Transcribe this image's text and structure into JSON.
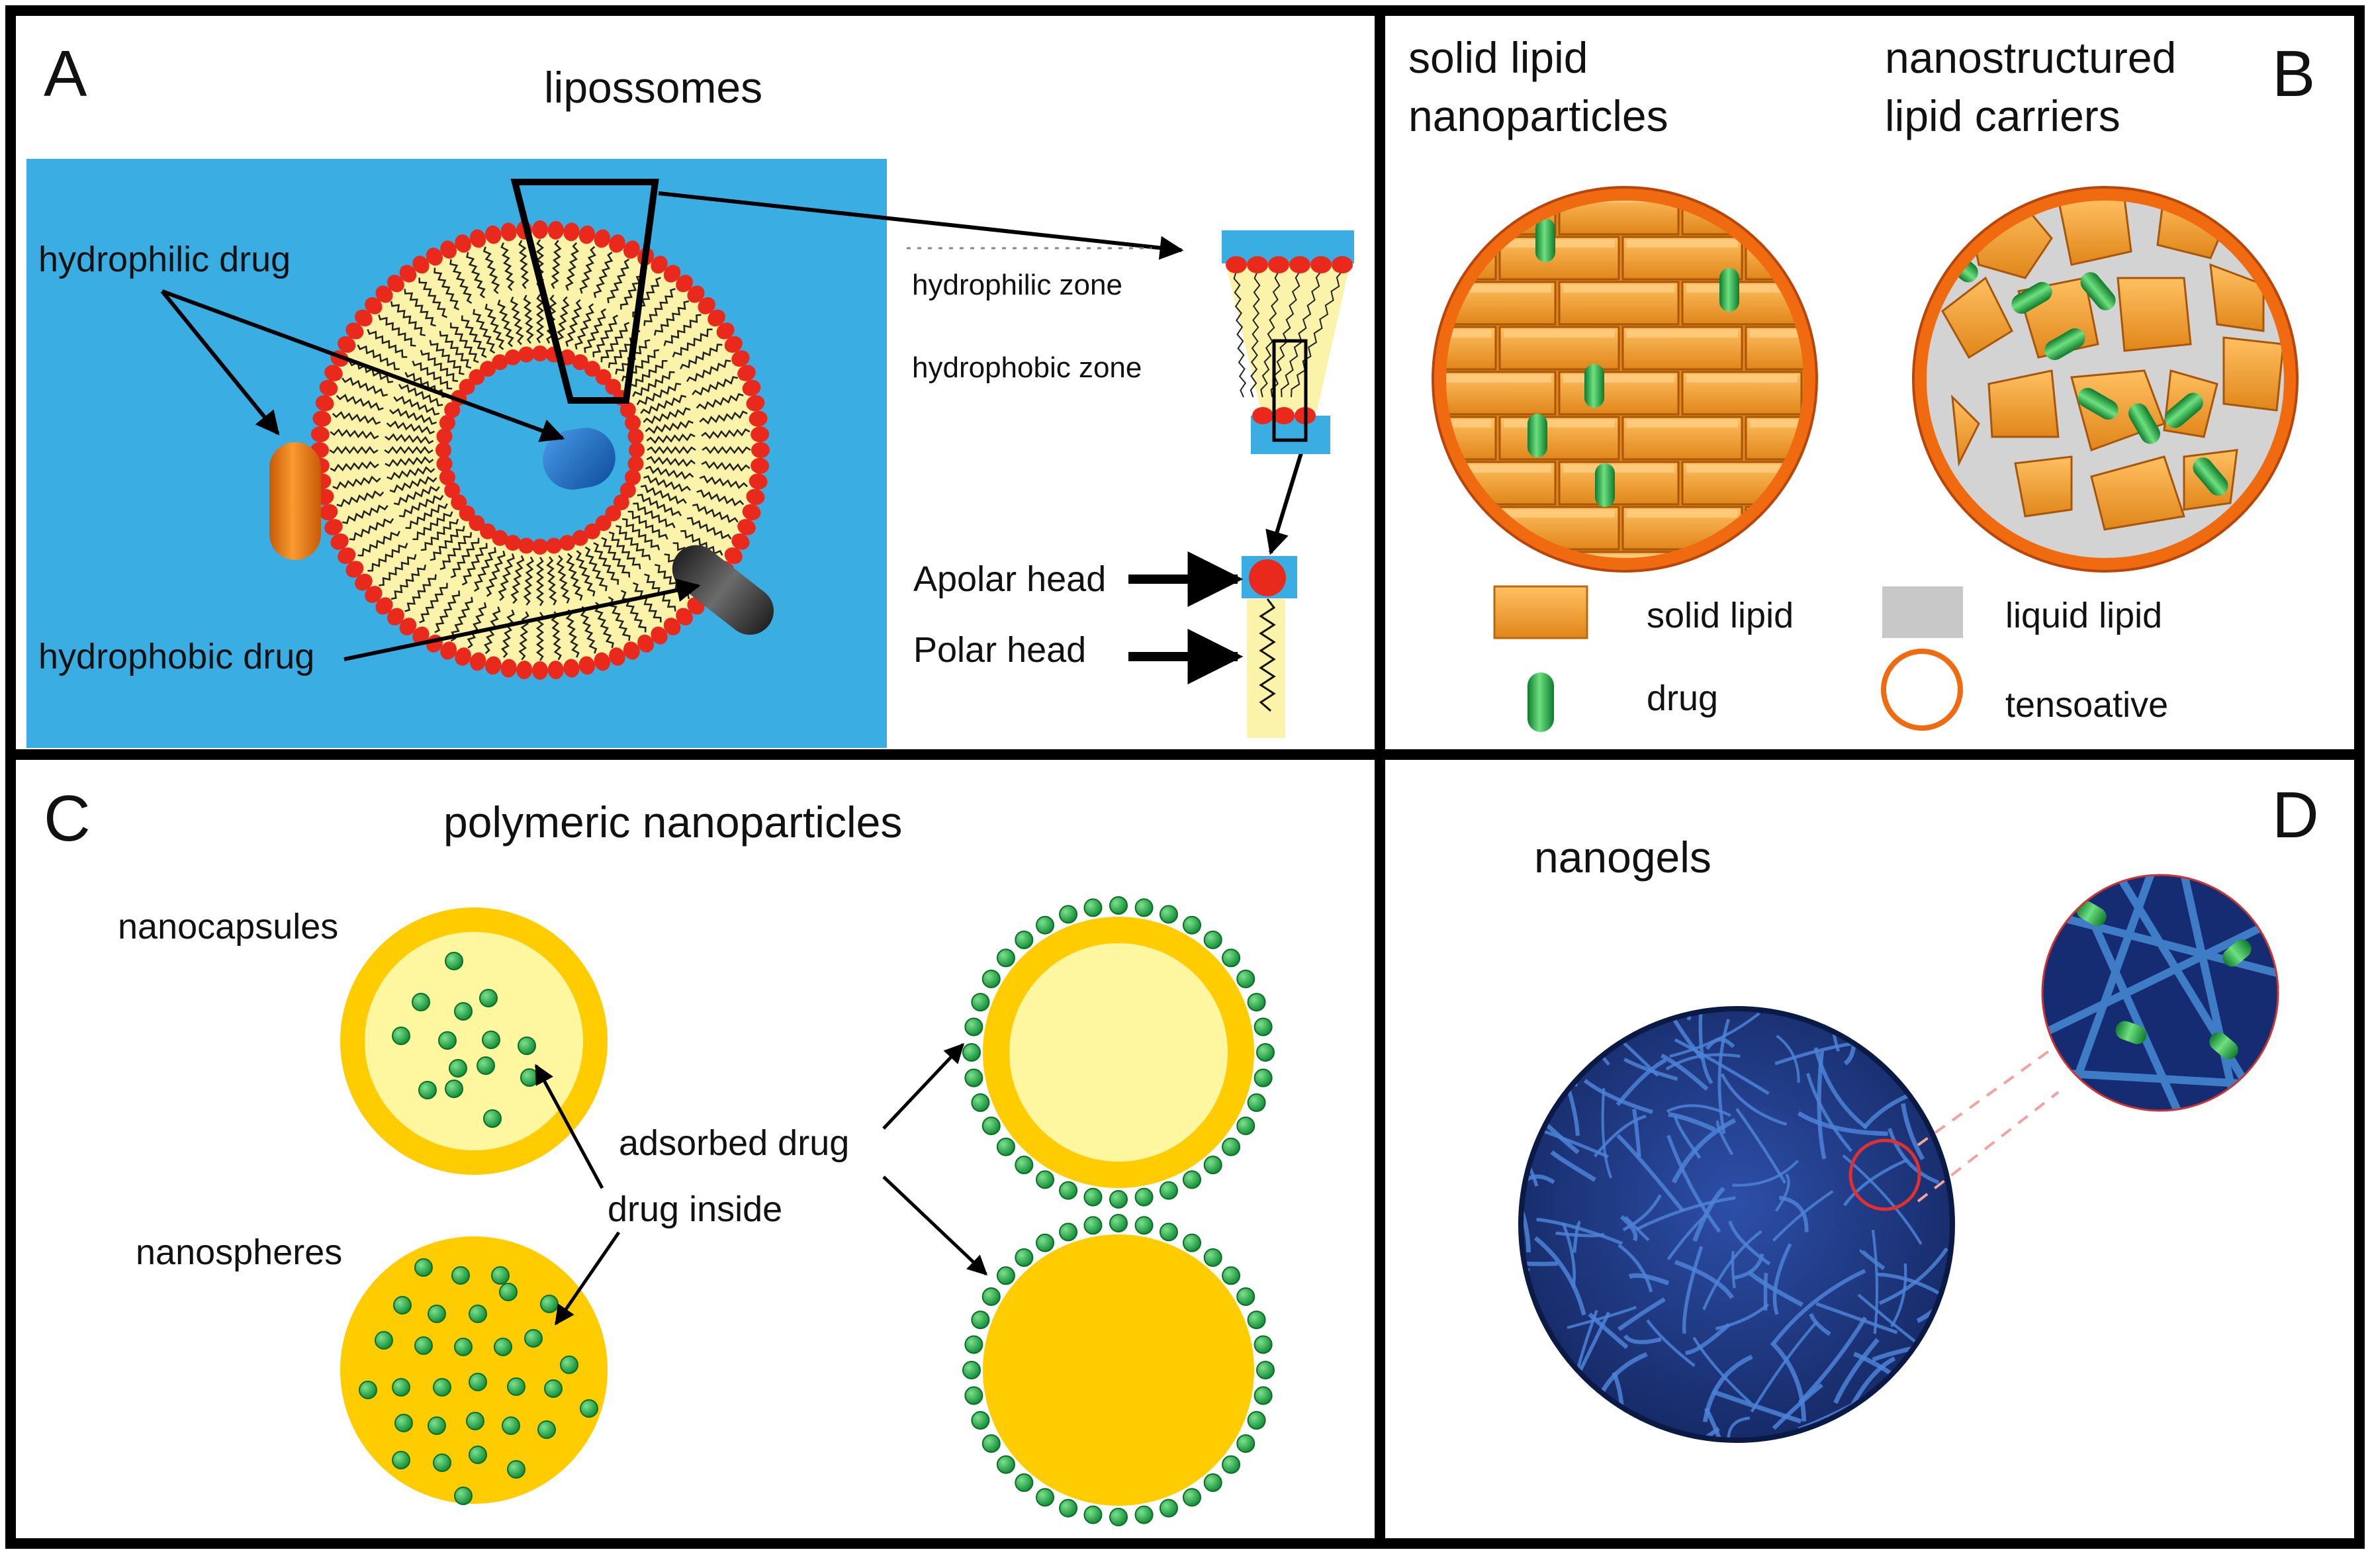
{
  "panels": {
    "A": {
      "letter": "A",
      "title": "lipossomes",
      "labels": {
        "hydrophilic_drug": "hydrophilic drug",
        "hydrophobic_drug": "hydrophobic drug",
        "hydrophilic_zone": "hydrophilic zone",
        "hydrophobic_zone": "hydrophobic zone",
        "apolar_head": "Apolar head",
        "polar_head": "Polar head"
      }
    },
    "B": {
      "letter": "B",
      "title_left_line1": "solid lipid",
      "title_left_line2": "nanoparticles",
      "title_right_line1": "nanostructured",
      "title_right_line2": "lipid carriers",
      "legend": {
        "solid_lipid": "solid lipid",
        "liquid_lipid": "liquid lipid",
        "drug": "drug",
        "tensoative": "tensoative"
      }
    },
    "C": {
      "letter": "C",
      "title": "polymeric nanoparticles",
      "labels": {
        "nanocapsules": "nanocapsules",
        "nanospheres": "nanospheres",
        "adsorbed_drug": "adsorbed drug",
        "drug_inside": "drug inside"
      }
    },
    "D": {
      "letter": "D",
      "title": "nanogels"
    }
  },
  "colors": {
    "water_blue": "#3AAEE3",
    "lipid_yellow": "#FBF3A9",
    "head_red": "#E8291B",
    "solid_lipid_orange": "#F7A21B",
    "drug_green": "#22B04A",
    "polymer_yellow": "#FFCC00",
    "nanogel_blue": "#1E3A8C"
  }
}
